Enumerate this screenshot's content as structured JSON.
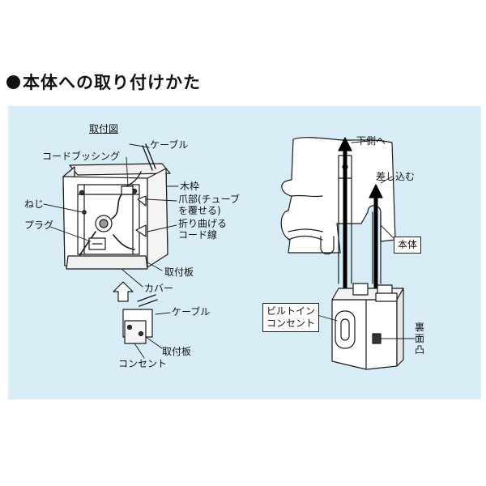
{
  "heading": {
    "text": "本体への取り付けかた"
  },
  "left_figure": {
    "title": "取付図",
    "labels": {
      "cable_top": "ケーブル",
      "cord_bushing": "コードブッシング",
      "wood_frame": "木枠",
      "screw": "ねじ",
      "claw_line1": "爪部(チューブ",
      "claw_line2": "を覆せる)",
      "plug": "プラグ",
      "fold_line1": "折り曲げる",
      "fold_line2": "コード線",
      "mount_plate_top": "取付板",
      "cover": "カバー",
      "cable_bottom": "ケーブル",
      "mount_plate_bottom": "取付板",
      "outlet": "コンセント"
    }
  },
  "right_figure": {
    "labels": {
      "downward": "下側へ",
      "insert": "差し込む",
      "body": "本体",
      "builtin_line1": "ビルトイン",
      "builtin_line2": "コンセント",
      "back_line1": "裏",
      "back_line2": "面",
      "back_line3": "凸"
    }
  },
  "colors": {
    "panel": "#d9edf7",
    "line": "#1a1a1a",
    "fill": "#ffffff"
  }
}
